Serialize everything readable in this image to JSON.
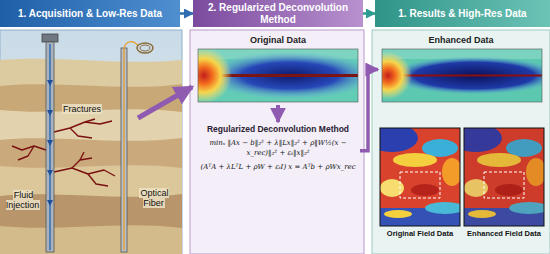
{
  "diagram": {
    "nodes": [
      {
        "text": [
          "1. Acquisition & Low-Res Data"
        ]
      },
      {
        "text": [
          "2. Regularized Deconvolution Method"
        ]
      },
      {
        "text": [
          "1. Results & High-Res Data"
        ]
      },
      {
        "text": [
          "Original Data"
        ]
      },
      {
        "text": [
          "Regularized Deconvolution Method",
          "minₓ ‖Ax − b‖₂² + λ‖Lx‖₂² + ρ‖W½(x − x_rec)‖₂² + εₜ‖x‖₂²",
          "(AᵀA + λLᵀL + ρW + εₜI) x = Aᵀb + ρWx_rec"
        ]
      },
      {
        "text": [
          "Enhanced Data"
        ]
      },
      {
        "text": [
          "Original Field Data"
        ]
      },
      {
        "text": [
          "Enhanced Field Data"
        ]
      }
    ],
    "edges": [
      {
        "from": 0,
        "to": 1,
        "arrow": "to"
      },
      {
        "from": 1,
        "to": 2,
        "arrow": "to"
      },
      {
        "from": 3,
        "to": 4,
        "arrow": "to"
      },
      {
        "from": 4,
        "to": 5,
        "arrow": "to"
      }
    ],
    "labels": [
      "Fractures",
      "Fluid Injection",
      "Optical Fiber"
    ]
  }
}
